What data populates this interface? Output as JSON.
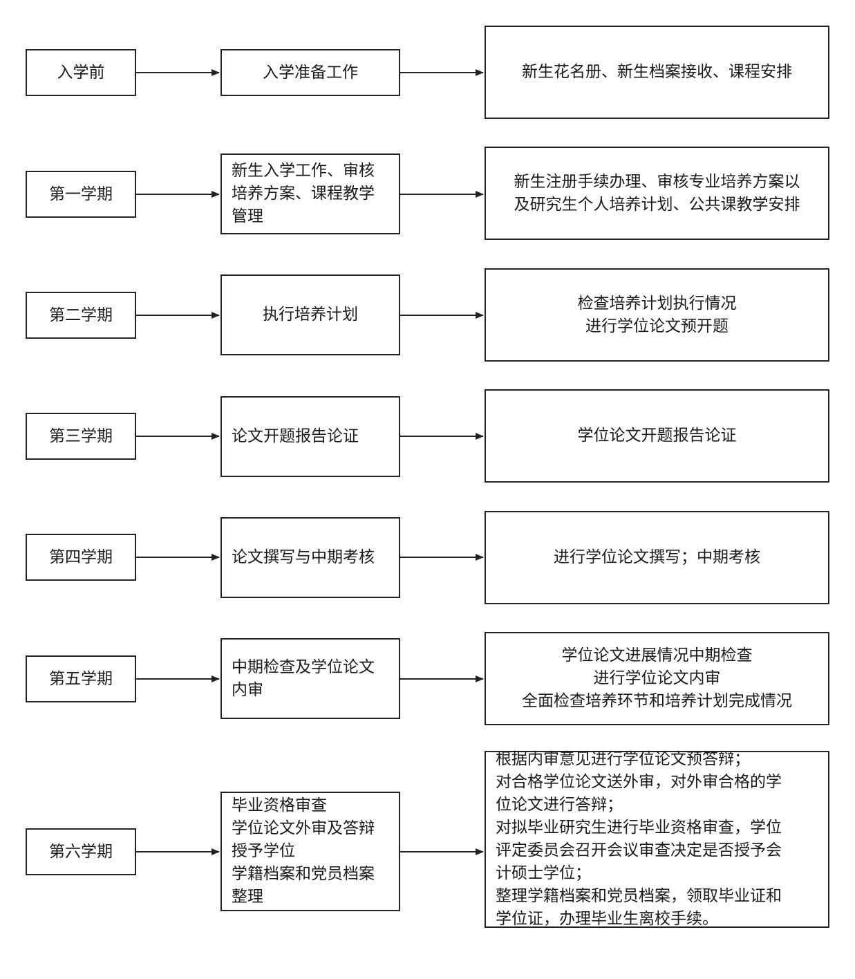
{
  "colors": {
    "border": "#222222",
    "arrow": "#222222",
    "text": "#1a1a1a",
    "background": "#ffffff"
  },
  "rows": [
    {
      "phase": "入学前",
      "task": "入学准备工作",
      "detail": "新生花名册、新生档案接收、课程安排"
    },
    {
      "phase": "第一学期",
      "task": "新生入学工作、审核\n培养方案、课程教学\n管理",
      "detail": "新生注册手续办理、审核专业培养方案以\n及研究生个人培养计划、公共课教学安排"
    },
    {
      "phase": "第二学期",
      "task": "执行培养计划",
      "detail": "检查培养计划执行情况\n进行学位论文预开题"
    },
    {
      "phase": "第三学期",
      "task": "论文开题报告论证",
      "detail": "学位论文开题报告论证"
    },
    {
      "phase": "第四学期",
      "task": "论文撰写与中期考核",
      "detail": "进行学位论文撰写；中期考核"
    },
    {
      "phase": "第五学期",
      "task": "中期检查及学位论文\n内审",
      "detail": "学位论文进展情况中期检查\n进行学位论文内审\n全面检查培养环节和培养计划完成情况"
    },
    {
      "phase": "第六学期",
      "task": "毕业资格审查\n学位论文外审及答辩\n授予学位\n学籍档案和党员档案\n整理",
      "detail": "根据内审意见进行学位论文预答辩；\n对合格学位论文送外审，对外审合格的学\n位论文进行答辩；\n对拟毕业研究生进行毕业资格审查，学位\n评定委员会召开会议审查决定是否授予会\n计硕士学位；\n整理学籍档案和党员档案，领取毕业证和\n学位证，办理毕业生离校手续。"
    }
  ]
}
